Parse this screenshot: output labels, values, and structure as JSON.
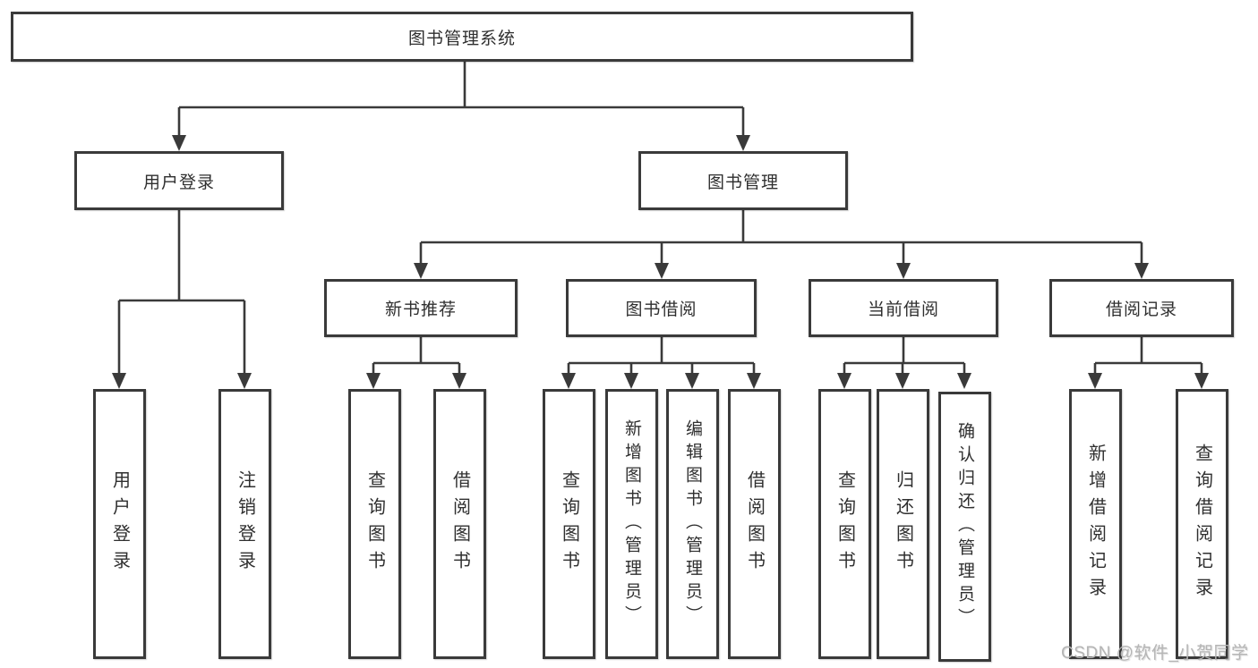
{
  "tree": {
    "root": {
      "label": "图书管理系统"
    },
    "branches": [
      {
        "label": "用户登录",
        "children": [
          {
            "label": "用户登录"
          },
          {
            "label": "注销登录"
          }
        ]
      },
      {
        "label": "图书管理",
        "children": [
          {
            "label": "新书推荐",
            "children": [
              {
                "label": "查询图书"
              },
              {
                "label": "借阅图书"
              }
            ]
          },
          {
            "label": "图书借阅",
            "children": [
              {
                "label": "查询图书"
              },
              {
                "label": "新增图书（管理员）"
              },
              {
                "label": "编辑图书（管理员）"
              },
              {
                "label": "借阅图书"
              }
            ]
          },
          {
            "label": "当前借阅",
            "children": [
              {
                "label": "查询图书"
              },
              {
                "label": "归还图书"
              },
              {
                "label": "确认归还（管理员）"
              }
            ]
          },
          {
            "label": "借阅记录",
            "children": [
              {
                "label": "新增借阅记录"
              },
              {
                "label": "查询借阅记录"
              }
            ]
          }
        ]
      }
    ]
  },
  "watermark": {
    "text": "CSDN @软件_小贺同学"
  },
  "colors": {
    "line": "#3a3a3a",
    "text": "#2f2f2f",
    "background": "#ffffff",
    "watermark": "#b5b5b5"
  }
}
